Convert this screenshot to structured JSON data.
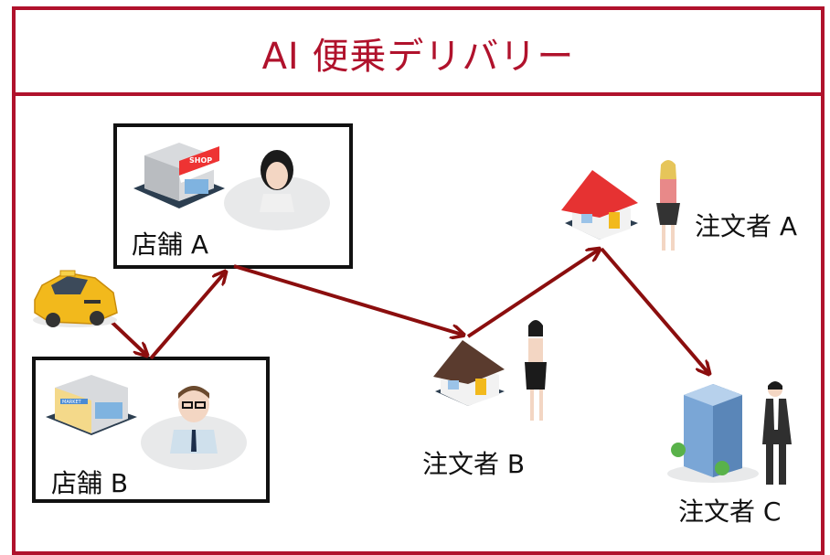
{
  "title": "AI 便乗デリバリー",
  "labels": {
    "store_a": "店舗 A",
    "store_b": "店舗 B",
    "orderer_a": "注文者 A",
    "orderer_b": "注文者 B",
    "orderer_c": "注文者 C"
  },
  "icons": {
    "shop_sign": "SHOP",
    "market_sign": "MARKET"
  },
  "colors": {
    "frame": "#b0122c",
    "arrow": "#8b0e0e"
  }
}
